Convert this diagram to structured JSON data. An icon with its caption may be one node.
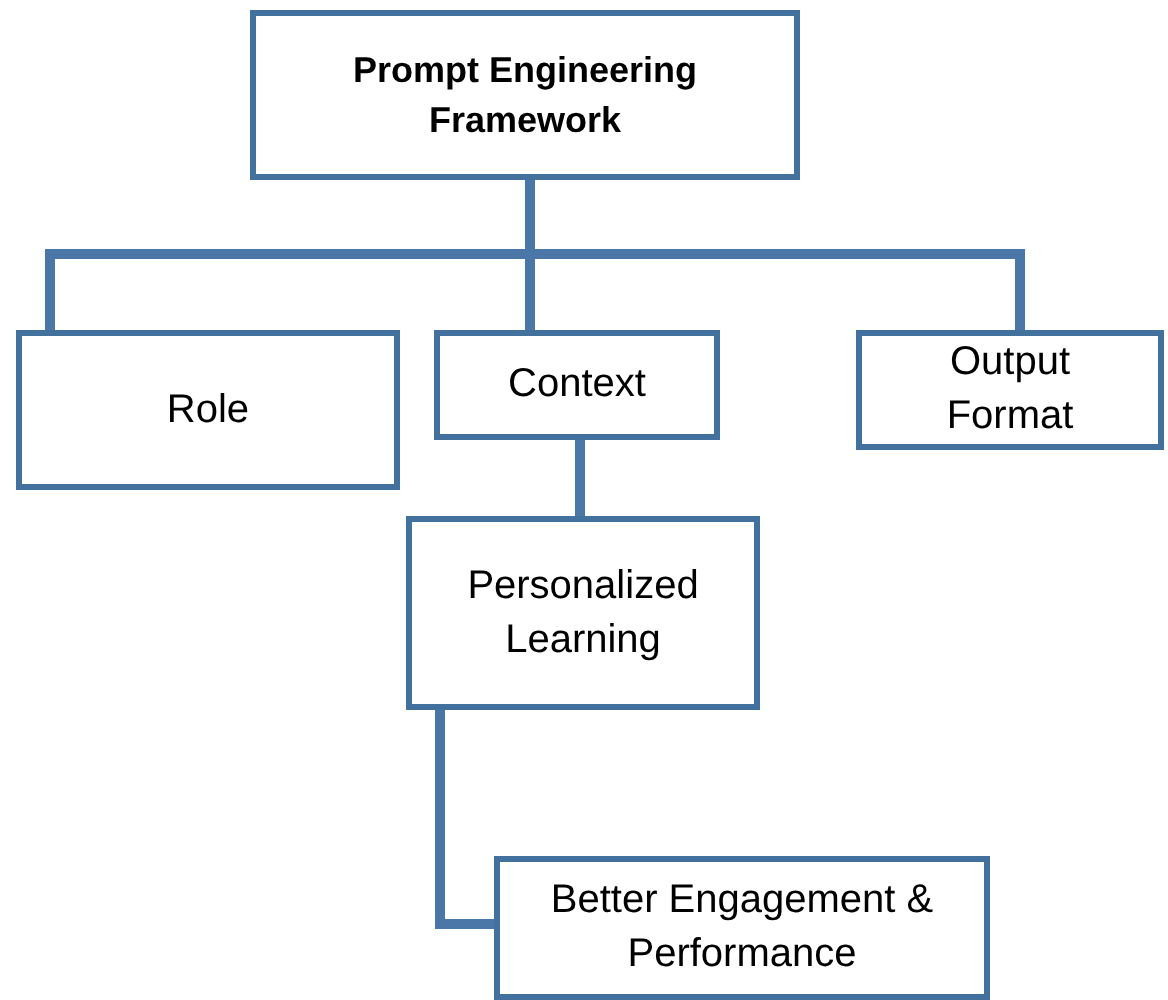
{
  "diagram": {
    "nodes": [
      {
        "text": [
          "Prompt Engineering Framework"
        ]
      },
      {
        "text": [
          "Role"
        ]
      },
      {
        "text": [
          "Context"
        ]
      },
      {
        "text": [
          "Output Format"
        ]
      },
      {
        "text": [
          "Personalized Learning"
        ]
      },
      {
        "text": [
          "Better Engagement & Performance"
        ]
      }
    ],
    "edges": [
      {
        "from": 0,
        "to": 1,
        "arrow": "none"
      },
      {
        "from": 0,
        "to": 2,
        "arrow": "none"
      },
      {
        "from": 0,
        "to": 3,
        "arrow": "none"
      },
      {
        "from": 2,
        "to": 4,
        "arrow": "none"
      },
      {
        "from": 4,
        "to": 5,
        "arrow": "none"
      }
    ]
  }
}
